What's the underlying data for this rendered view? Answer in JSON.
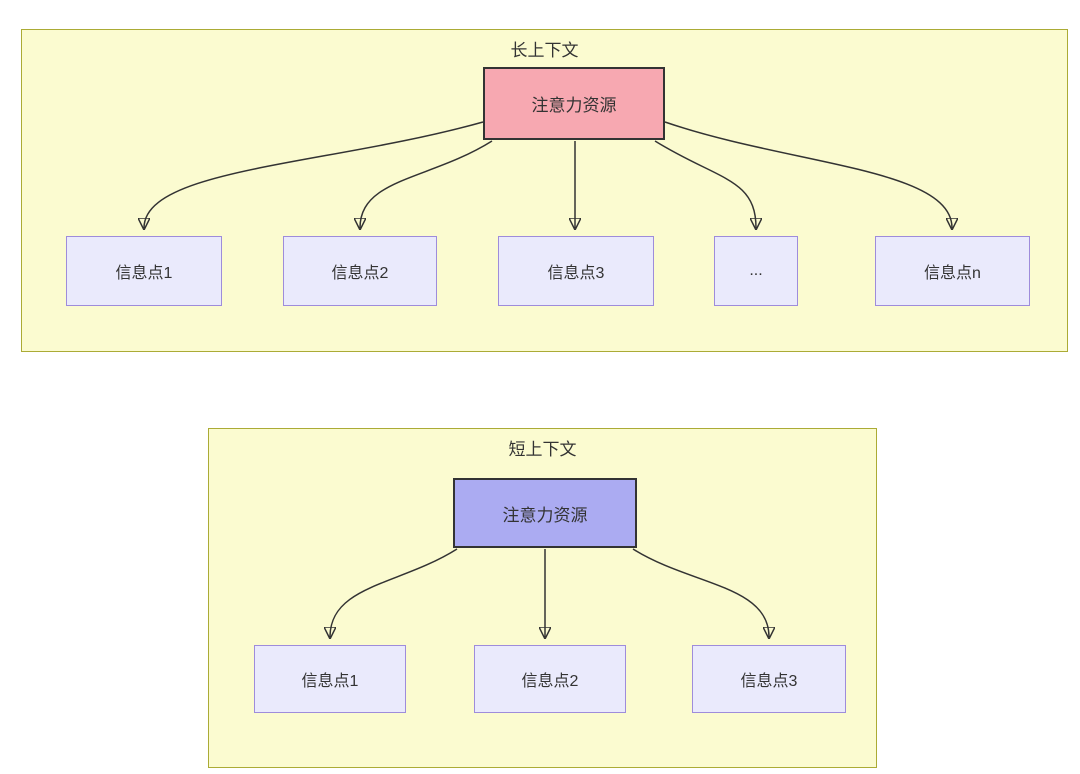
{
  "colors": {
    "page_background": "#ffffff",
    "container_fill": "#fbfbd0",
    "container_border": "#abab35",
    "attention_long_fill": "#f7a8b1",
    "attention_short_fill": "#ababf2",
    "attention_border": "#333333",
    "info_fill": "#eaeafc",
    "info_border": "#9e8cdb",
    "arrow": "#333333",
    "text": "#333333"
  },
  "long_context": {
    "title": "长上下文",
    "attention_label": "注意力资源",
    "info_nodes": [
      {
        "label": "信息点1"
      },
      {
        "label": "信息点2"
      },
      {
        "label": "信息点3"
      },
      {
        "label": "..."
      },
      {
        "label": "信息点n"
      }
    ]
  },
  "short_context": {
    "title": "短上下文",
    "attention_label": "注意力资源",
    "info_nodes": [
      {
        "label": "信息点1"
      },
      {
        "label": "信息点2"
      },
      {
        "label": "信息点3"
      }
    ]
  }
}
